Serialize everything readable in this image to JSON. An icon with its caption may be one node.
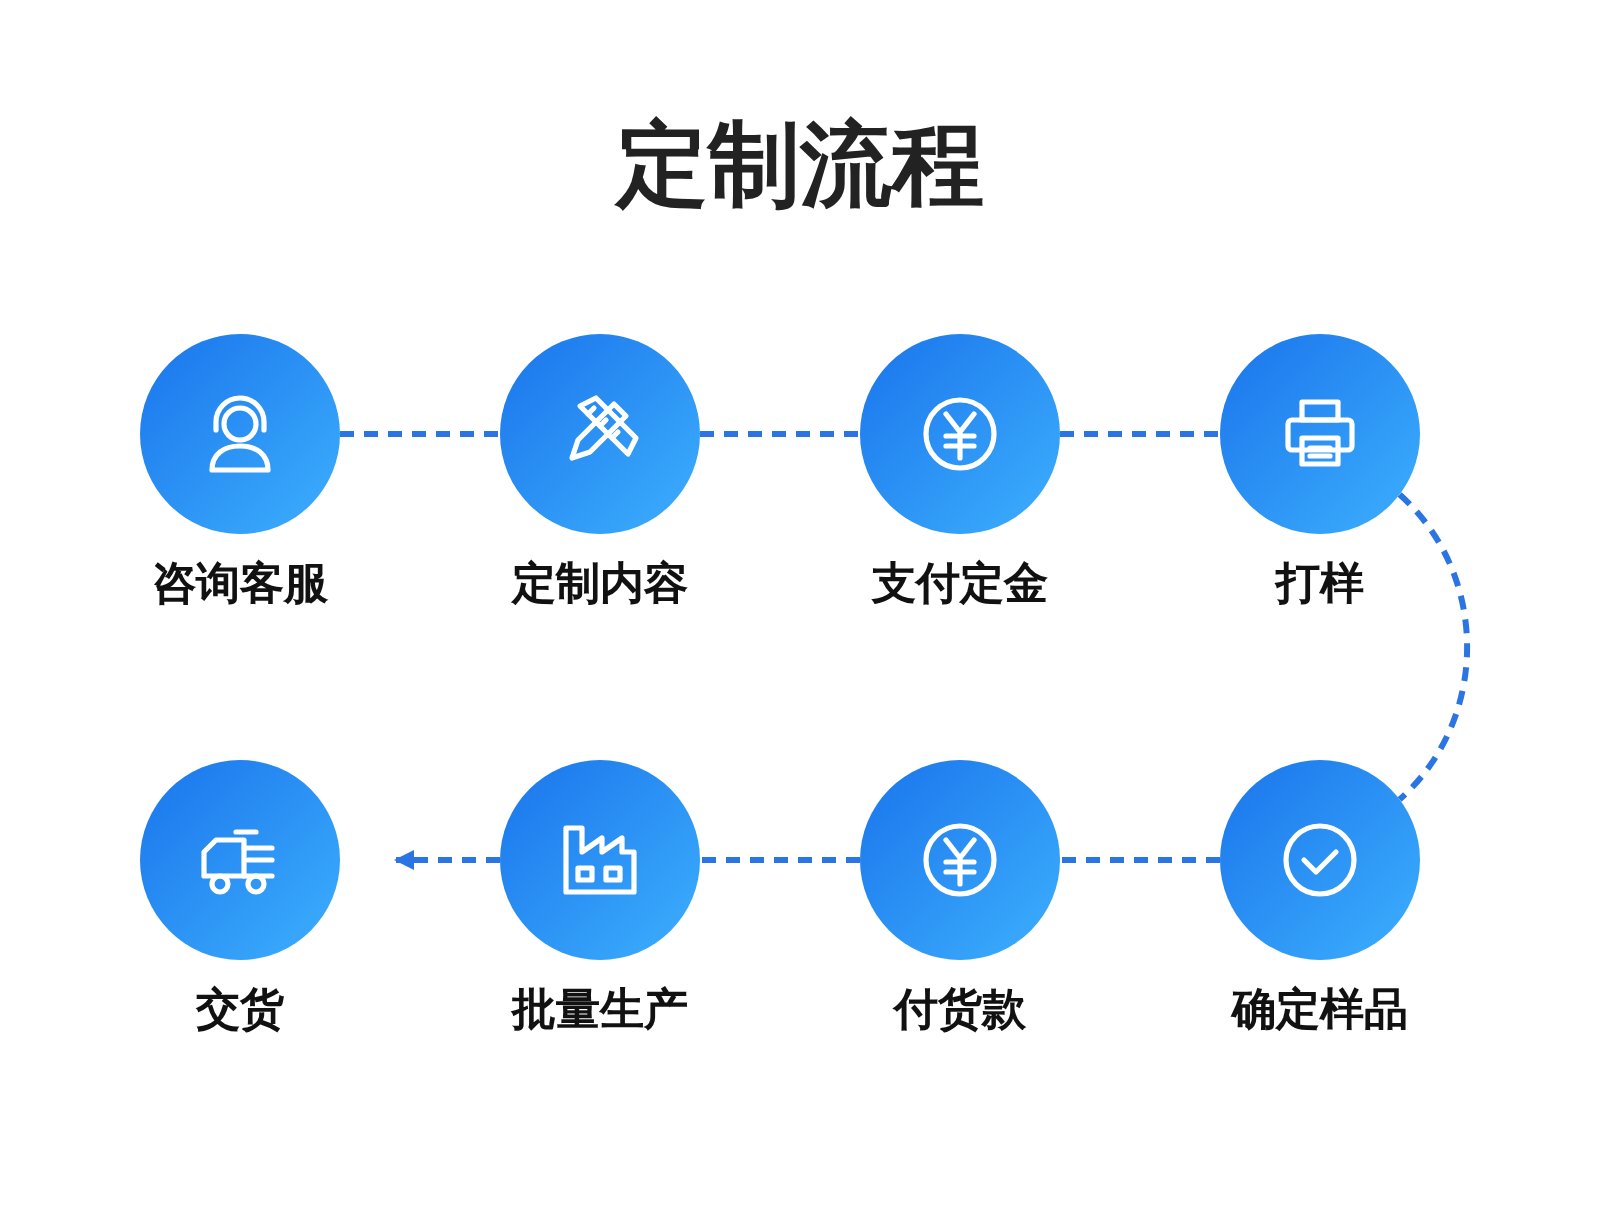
{
  "diagram": {
    "title": "定制流程",
    "nodes": [
      {
        "text": [
          "咨询客服"
        ]
      },
      {
        "text": [
          "定制内容"
        ]
      },
      {
        "text": [
          "支付定金"
        ]
      },
      {
        "text": [
          "打样"
        ]
      },
      {
        "text": [
          "交货"
        ]
      },
      {
        "text": [
          "批量生产"
        ]
      },
      {
        "text": [
          "付货款"
        ]
      },
      {
        "text": [
          "确定样品"
        ]
      }
    ],
    "edges": [
      {
        "from": 0,
        "to": 1,
        "arrow": "none",
        "style": "dashed"
      },
      {
        "from": 1,
        "to": 2,
        "arrow": "none",
        "style": "dashed"
      },
      {
        "from": 2,
        "to": 3,
        "arrow": "none",
        "style": "dashed"
      },
      {
        "from": 3,
        "to": 7,
        "arrow": "none",
        "style": "dashed"
      },
      {
        "from": 7,
        "to": 6,
        "arrow": "none",
        "style": "dashed"
      },
      {
        "from": 6,
        "to": 5,
        "arrow": "none",
        "style": "dashed"
      },
      {
        "from": 5,
        "to": 4,
        "arrow": "to",
        "style": "dashed"
      }
    ]
  }
}
